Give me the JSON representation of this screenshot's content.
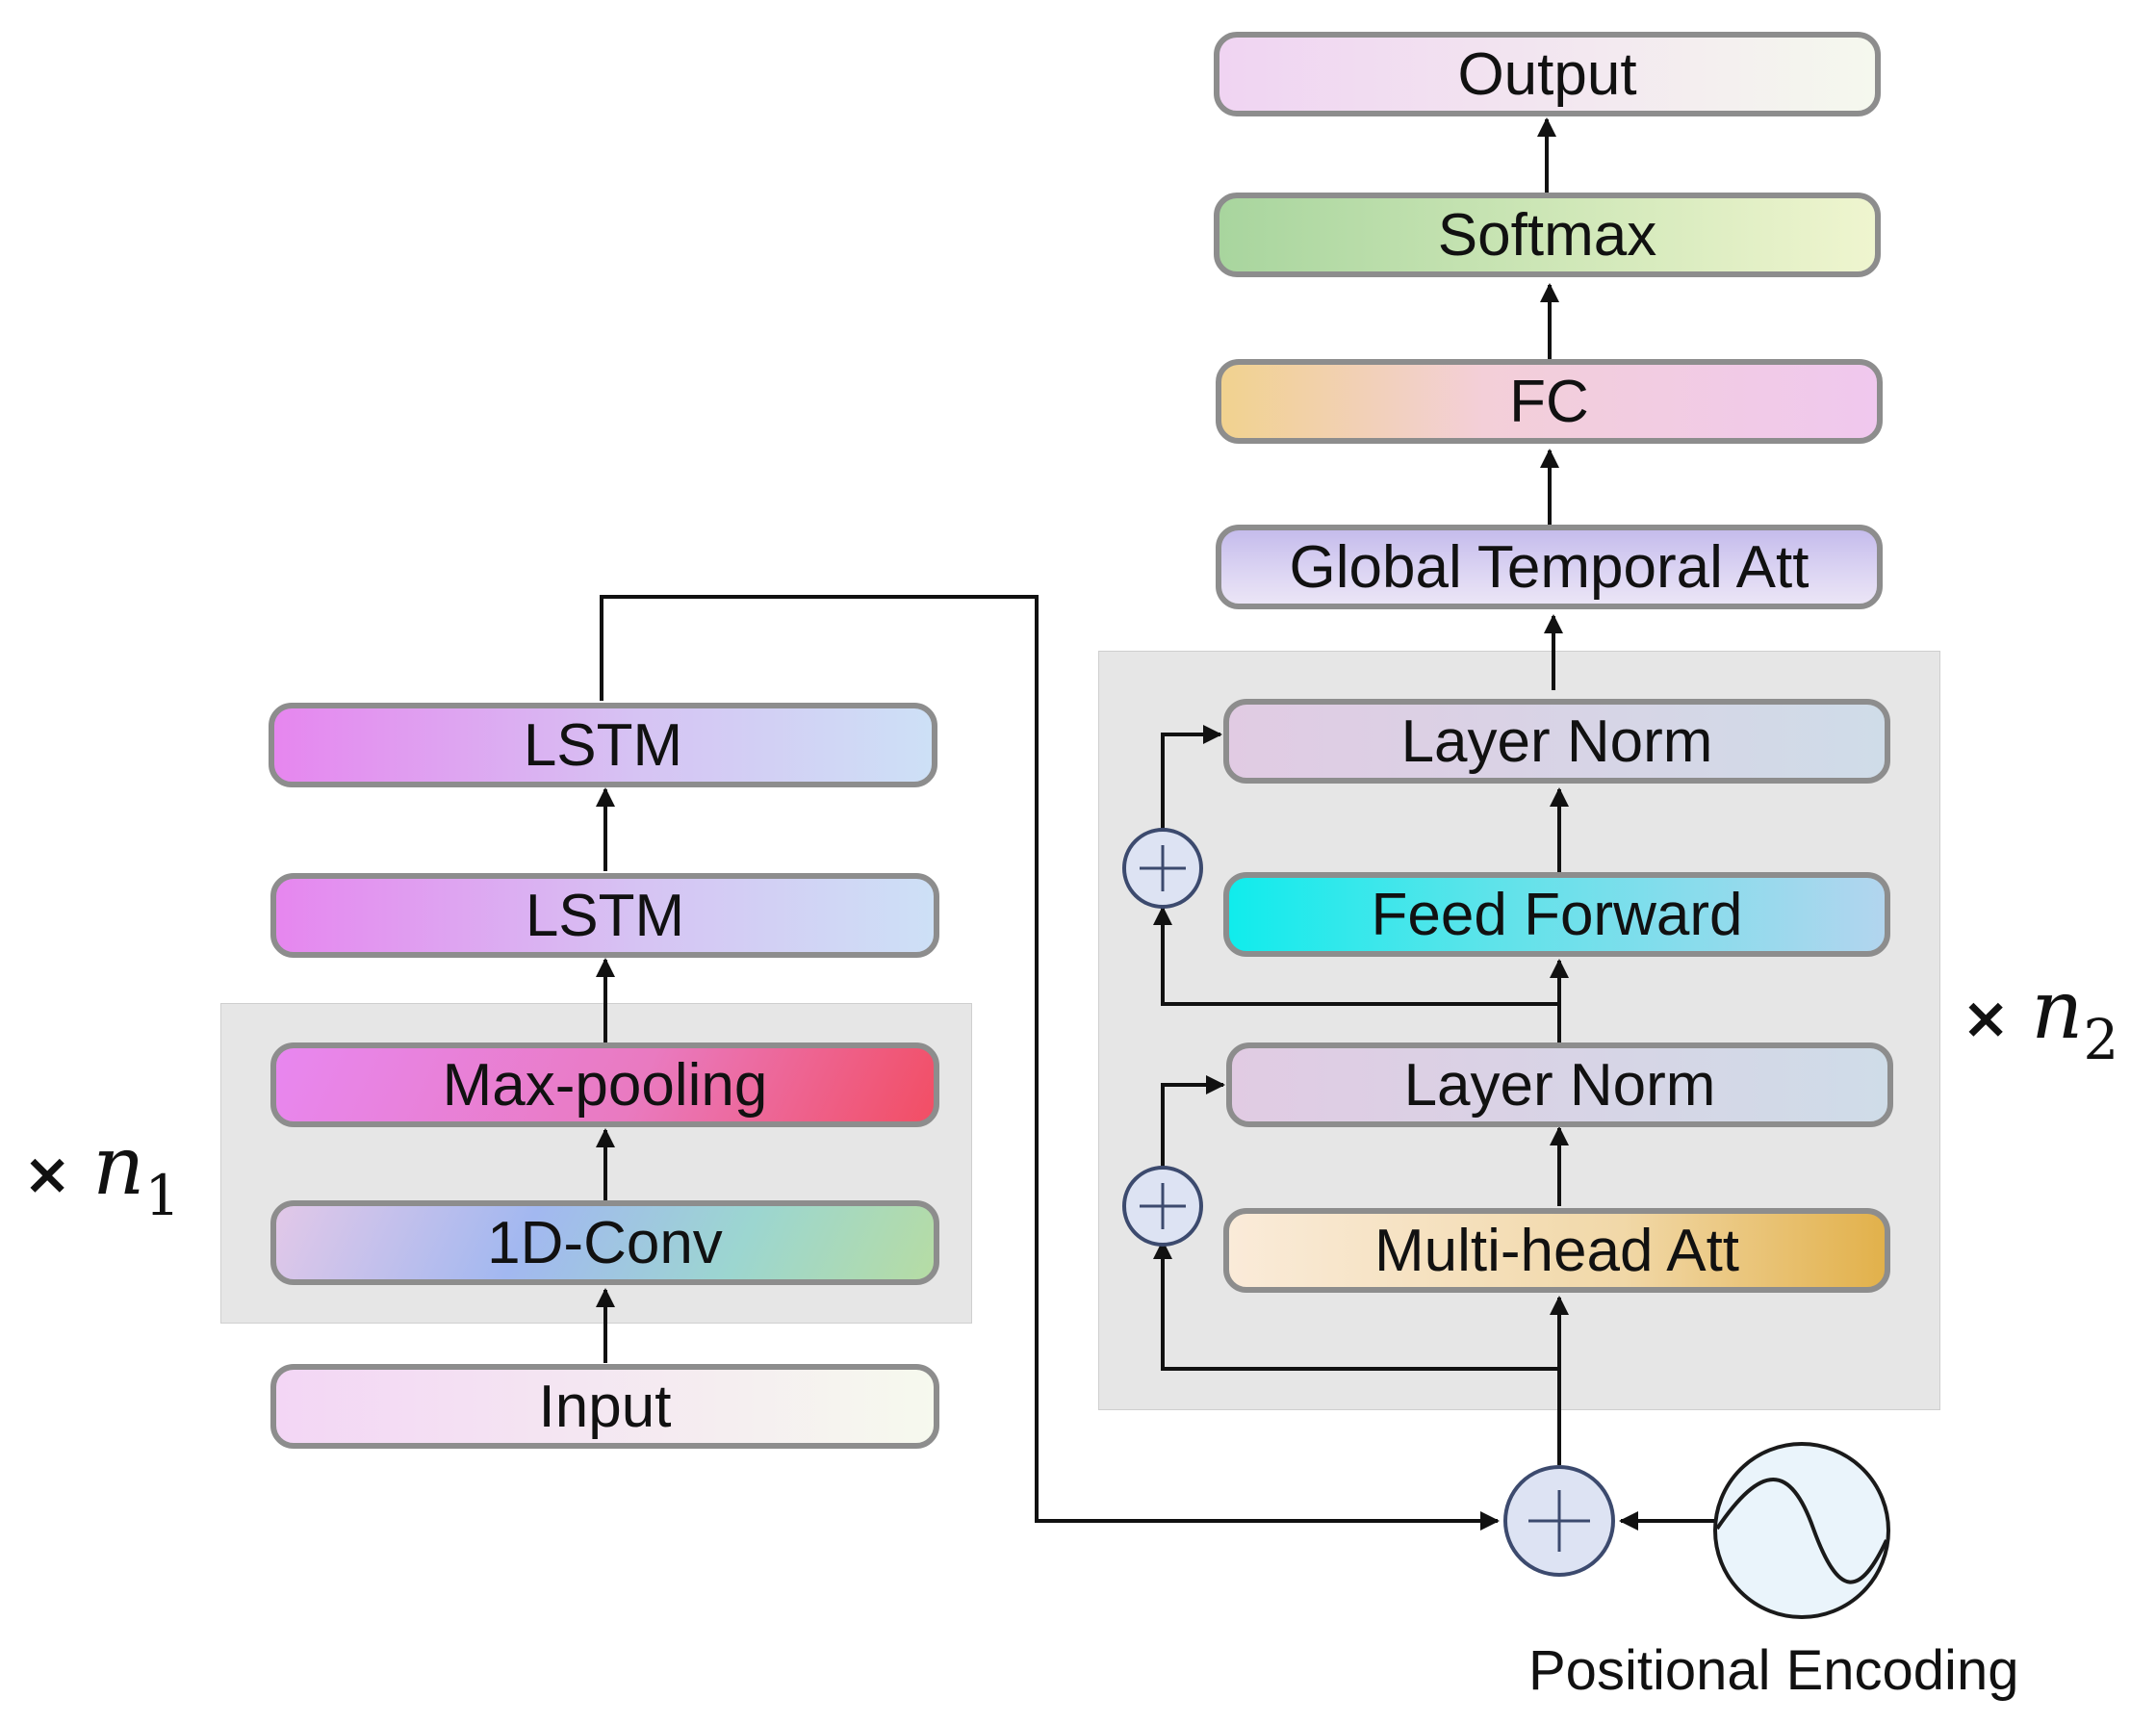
{
  "encoder": {
    "input": "Input",
    "conv": "1D-Conv",
    "pool": "Max-pooling",
    "lstm1": "LSTM",
    "lstm2": "LSTM",
    "repeat_x": "×",
    "repeat_n": "n",
    "repeat_sub": "1"
  },
  "transformer": {
    "mha": "Multi-head Att",
    "norm1": "Layer Norm",
    "ff": "Feed Forward",
    "norm2": "Layer Norm",
    "repeat_x": "×",
    "repeat_n": "n",
    "repeat_sub": "2"
  },
  "head": {
    "gta": "Global Temporal Att",
    "fc": "FC",
    "softmax": "Softmax",
    "output": "Output"
  },
  "positional_encoding": "Positional Encoding",
  "colors": {
    "panel": "#e6e6e6",
    "block_border": "#8d8d8d",
    "line": "#111111",
    "add_node_fill": "#dde3f3",
    "add_node_stroke": "#3c4a6e"
  },
  "icons": {
    "add": "plus-circle-icon",
    "wave": "sine-wave-icon"
  }
}
